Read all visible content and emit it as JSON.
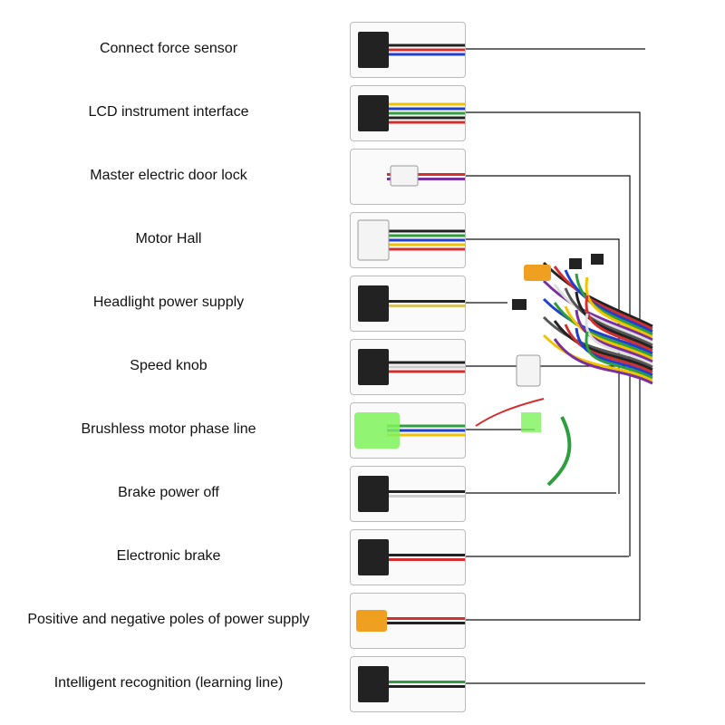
{
  "connectors": [
    {
      "label": "Connect force sensor",
      "icon": "three-pin-connector-icon",
      "wires": [
        "#222222",
        "#d32f2f",
        "#1e3fd0"
      ]
    },
    {
      "label": "LCD instrument interface",
      "icon": "five-pin-connector-icon",
      "wires": [
        "#f2c200",
        "#1e3fd0",
        "#2e9e3e",
        "#222222",
        "#d32f2f"
      ]
    },
    {
      "label": "Master electric door lock",
      "icon": "two-pin-connector-icon",
      "wires": [
        "#d32f2f",
        "#7a2fa0"
      ]
    },
    {
      "label": "Motor Hall",
      "icon": "hall-connector-icon",
      "wires": [
        "#222222",
        "#2e9e3e",
        "#1e3fd0",
        "#f2c200",
        "#d32f2f"
      ]
    },
    {
      "label": "Headlight power supply",
      "icon": "two-pin-connector-icon",
      "wires": [
        "#222222",
        "#d9c060"
      ]
    },
    {
      "label": "Speed knob",
      "icon": "three-pin-connector-icon",
      "wires": [
        "#222222",
        "#ffffff",
        "#d32f2f"
      ]
    },
    {
      "label": "Brushless motor phase line",
      "icon": "phase-terminal-icon",
      "wires": [
        "#2e9e3e",
        "#1e3fd0",
        "#f2c200"
      ]
    },
    {
      "label": "Brake power off",
      "icon": "two-pin-connector-icon",
      "wires": [
        "#222222",
        "#ffffff"
      ]
    },
    {
      "label": "Electronic brake",
      "icon": "two-pin-connector-icon",
      "wires": [
        "#222222",
        "#d32f2f"
      ]
    },
    {
      "label": "Positive and negative poles of power supply",
      "icon": "xt60-connector-icon",
      "wires": [
        "#d32f2f",
        "#222222"
      ]
    },
    {
      "label": "Intelligent recognition (learning line)",
      "icon": "two-pin-connector-icon",
      "wires": [
        "#2e9e3e",
        "#222222"
      ]
    }
  ],
  "harness": {
    "icon": "controller-wire-harness-icon"
  }
}
